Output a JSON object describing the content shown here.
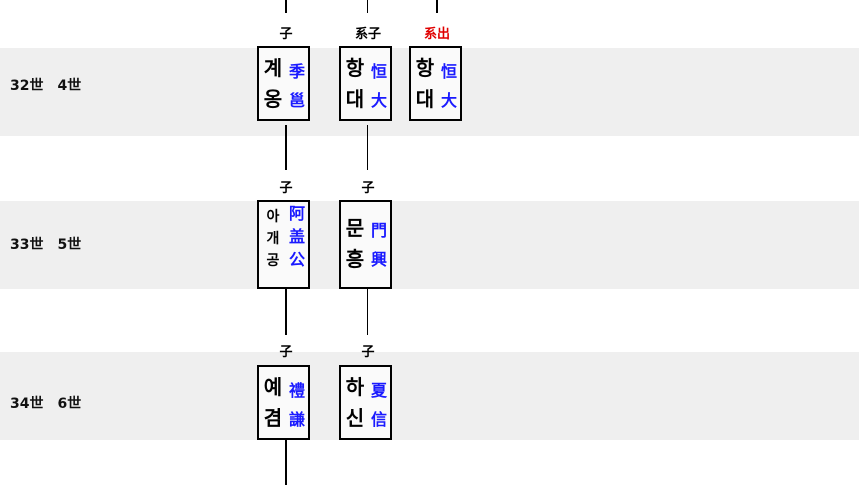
{
  "generations": [
    {
      "gen": "32世",
      "sub": "4世"
    },
    {
      "gen": "33世",
      "sub": "5世"
    },
    {
      "gen": "34世",
      "sub": "6世"
    }
  ],
  "relations": {
    "r32_a": "子",
    "r32_b": "系子",
    "r32_c": "系出",
    "r33_a": "子",
    "r33_b": "子",
    "r34_a": "子",
    "r34_b": "子"
  },
  "people": {
    "gyeong": {
      "hangul": "계옹",
      "hanja": "季邕"
    },
    "hangdae1": {
      "hangul": "항대",
      "hanja": "恒大"
    },
    "hangdae2": {
      "hangul": "항대",
      "hanja": "恒大"
    },
    "agaegong": {
      "hangul": "아개공",
      "hanja": "阿盖公"
    },
    "munheung": {
      "hangul": "문흥",
      "hanja": "門興"
    },
    "yegyeom": {
      "hangul": "예겸",
      "hanja": "禮謙"
    },
    "hasin": {
      "hangul": "하신",
      "hanja": "夏信"
    }
  },
  "colors": {
    "band": "#efefef",
    "hanja": "#1a1aff",
    "adopted_out": "#e00000",
    "line": "#000000"
  }
}
